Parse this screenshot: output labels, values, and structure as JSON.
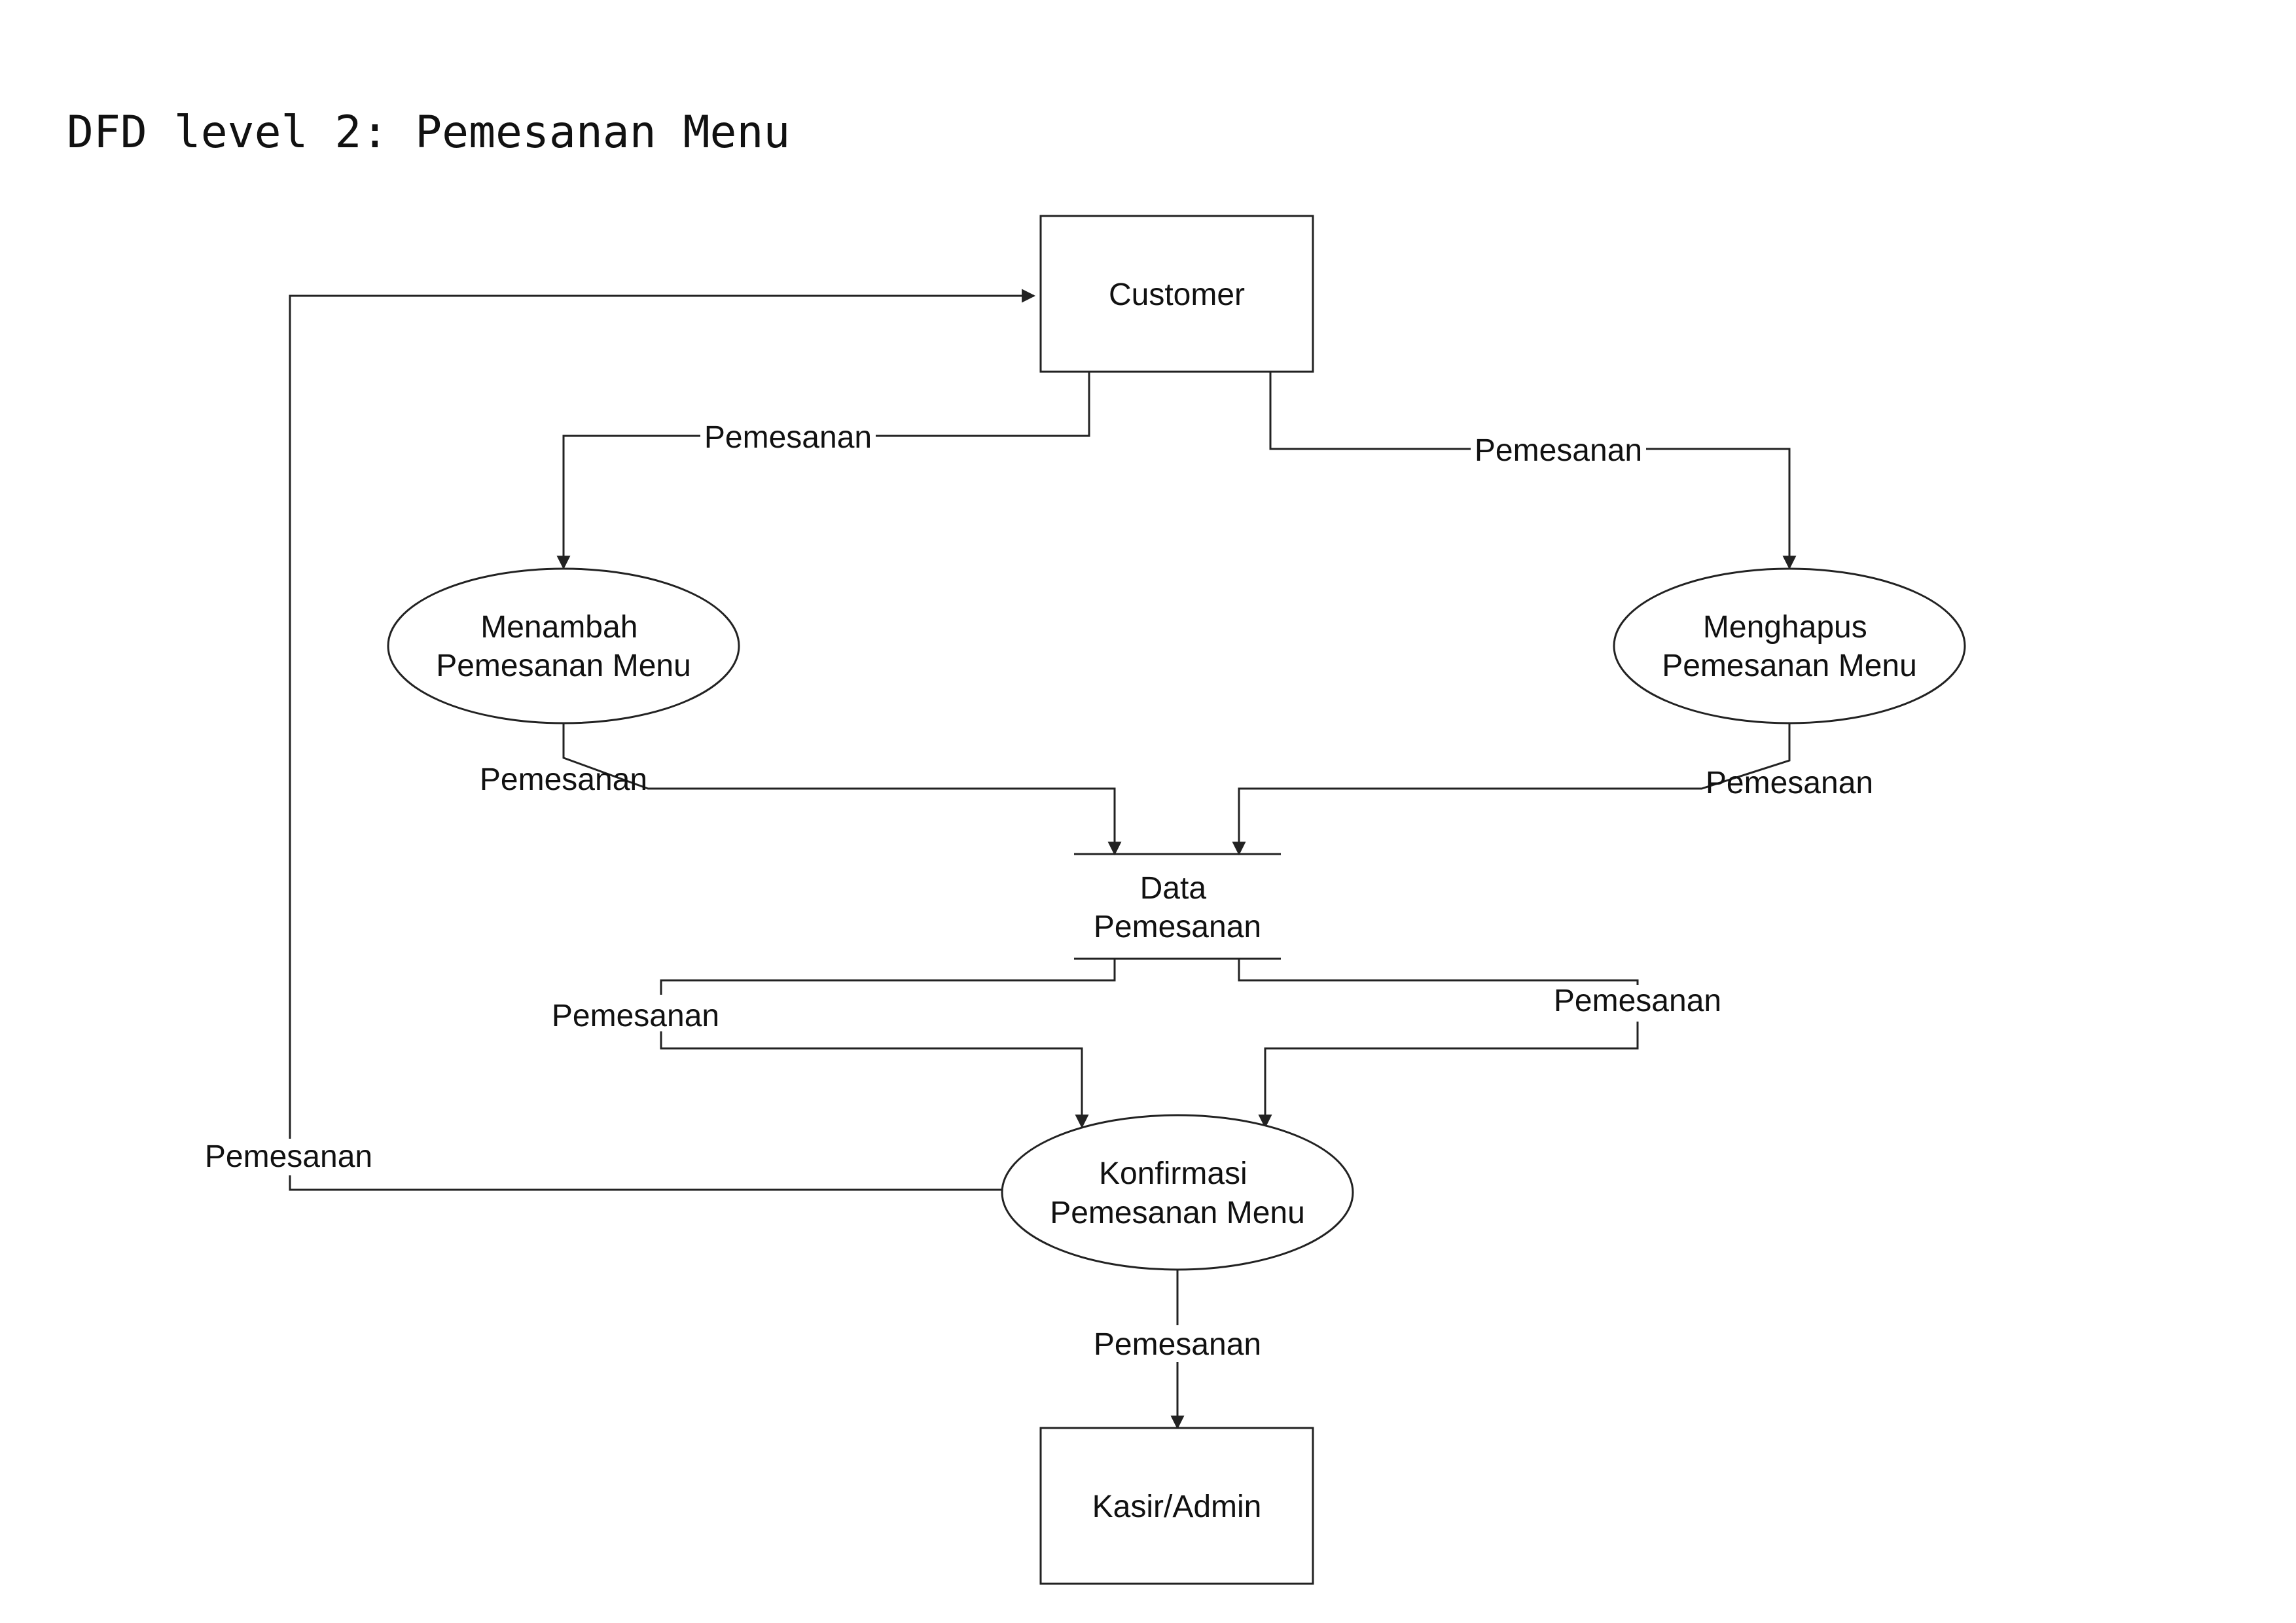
{
  "title": "DFD level 2: Pemesanan Menu",
  "entities": {
    "customer": "Customer",
    "kasir_admin": "Kasir/Admin"
  },
  "processes": {
    "menambah": [
      "Menambah",
      "Pemesanan Menu"
    ],
    "menghapus": [
      "Menghapus",
      "Pemesanan Menu"
    ],
    "konfirmasi": [
      "Konfirmasi",
      "Pemesanan Menu"
    ]
  },
  "data_store": [
    "Data",
    "Pemesanan"
  ],
  "flows": {
    "customer_to_menambah": "Pemesanan",
    "customer_to_menghapus": "Pemesanan",
    "menambah_to_store": "Pemesanan",
    "menghapus_to_store": "Pemesanan",
    "store_to_konfirmasi_left": "Pemesanan",
    "store_to_konfirmasi_right": "Pemesanan",
    "konfirmasi_to_customer": "Pemesanan",
    "konfirmasi_to_kasir": "Pemesanan"
  }
}
